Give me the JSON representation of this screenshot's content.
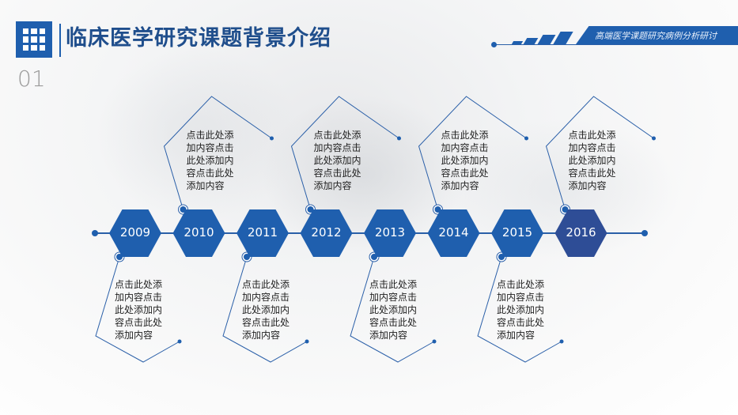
{
  "header": {
    "title": "临床医学研究课题背景介绍",
    "slide_number": "01",
    "banner_text": "高端医学课题研究病例分析研讨"
  },
  "timeline": {
    "colors": {
      "primary": "#1f5fae",
      "highlight": "#2e4d96",
      "line": "#2a5fa8"
    },
    "years": [
      "2009",
      "2010",
      "2011",
      "2012",
      "2013",
      "2014",
      "2015",
      "2016"
    ],
    "notes": [
      {
        "text": "点击此处添加内容点击此处添加内容点击此处添加内容"
      },
      {
        "text": "点击此处添加内容点击此处添加内容点击此处添加内容"
      },
      {
        "text": "点击此处添加内容点击此处添加内容点击此处添加内容"
      },
      {
        "text": "点击此处添加内容点击此处添加内容点击此处添加内容"
      },
      {
        "text": "点击此处添加内容点击此处添加内容点击此处添加内容"
      },
      {
        "text": "点击此处添加内容点击此处添加内容点击此处添加内容"
      },
      {
        "text": "点击此处添加内容点击此处添加内容点击此处添加内容"
      },
      {
        "text": "点击此处添加内容点击此处添加内容点击此处添加内容"
      }
    ]
  }
}
